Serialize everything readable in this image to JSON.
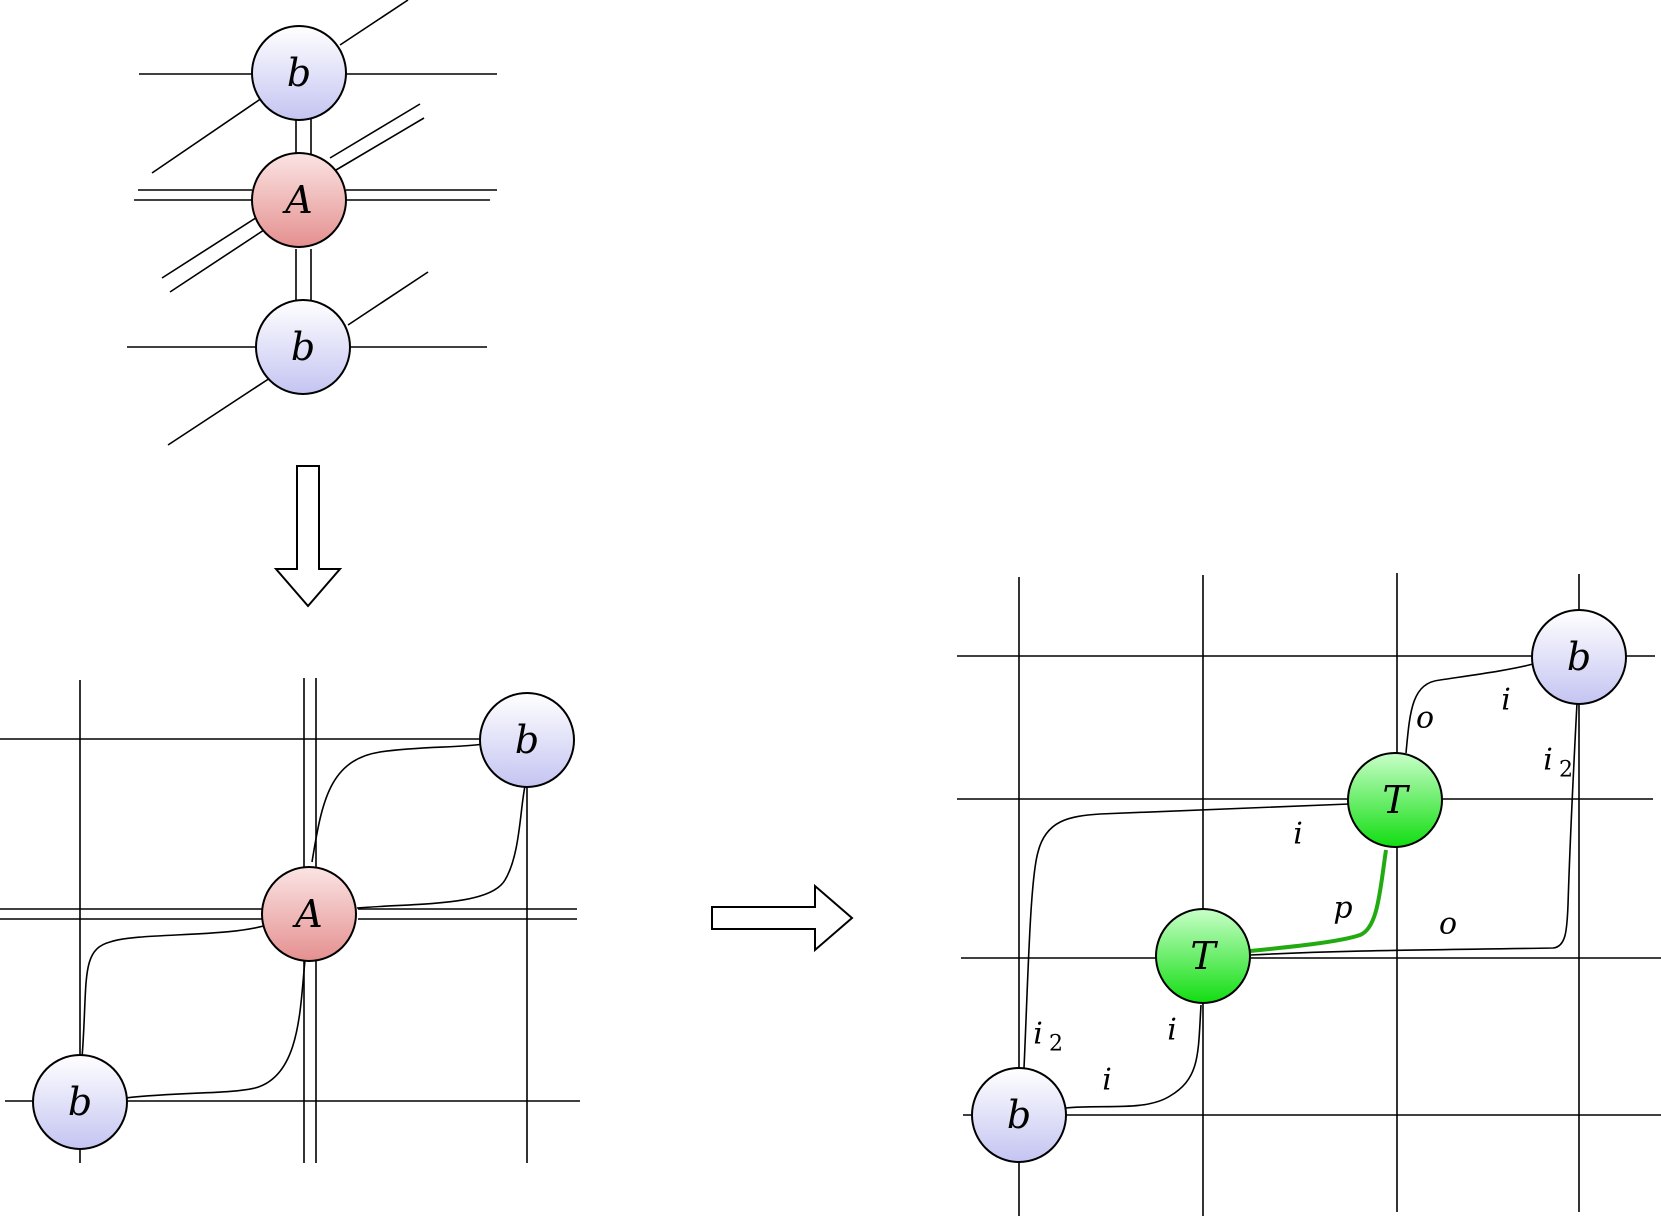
{
  "labels": {
    "b": "b",
    "A": "A",
    "T": "T"
  },
  "edge_labels": {
    "i": "i",
    "o": "o",
    "p": "p",
    "i2_base": "i",
    "i2_sub": "2"
  },
  "colors": {
    "b_fill_top": "#ffffff",
    "b_fill_bottom": "#c4c4f2",
    "A_fill_top": "#fbe4e4",
    "A_fill_bottom": "#e4908f",
    "T_fill_top": "#c8ffc8",
    "T_fill_bottom": "#11dd11",
    "green_wire": "#22aa11"
  }
}
